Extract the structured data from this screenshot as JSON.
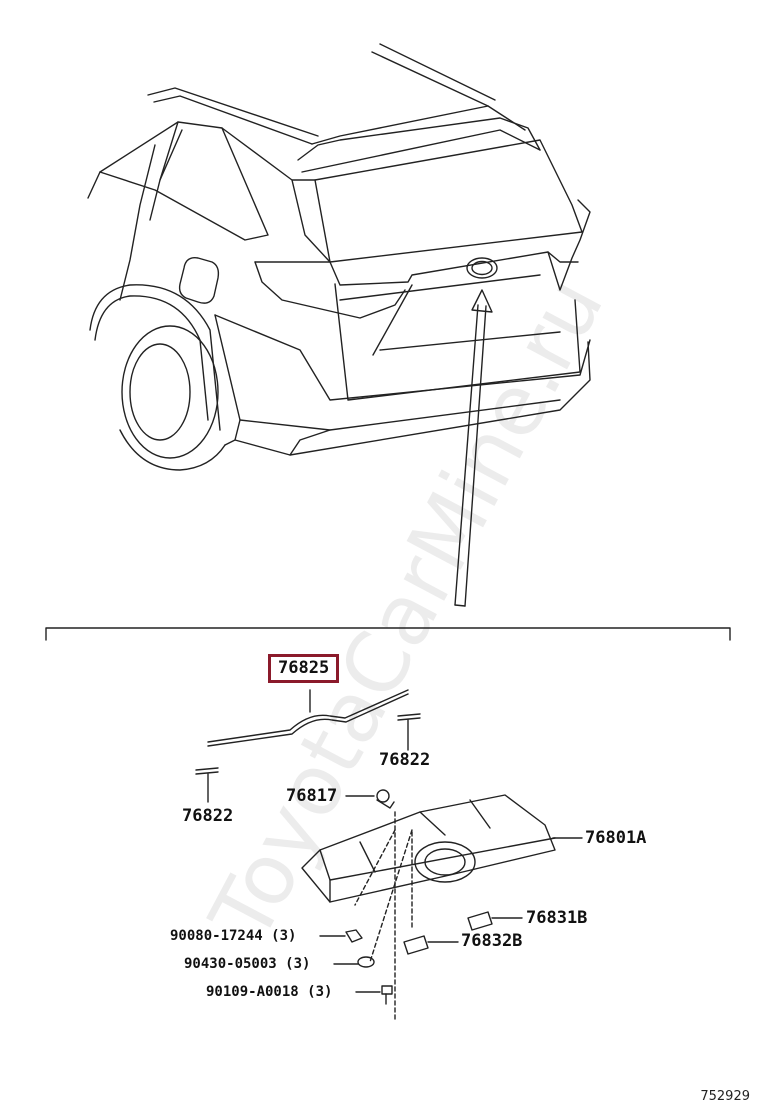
{
  "watermark": "ToyotaCarMine.ru",
  "diagram_id": "752929",
  "labels": {
    "highlighted": "76825",
    "p76822_right": "76822",
    "p76822_left": "76822",
    "p76817": "76817",
    "p76801a": "76801A",
    "p76831b": "76831B",
    "p76832b": "76832B",
    "p90080": "90080-17244 (3)",
    "p90430": "90430-05003 (3)",
    "p90109": "90109-A0018 (3)"
  },
  "colors": {
    "highlight_border": "#8b1a2b",
    "line": "#222222"
  }
}
